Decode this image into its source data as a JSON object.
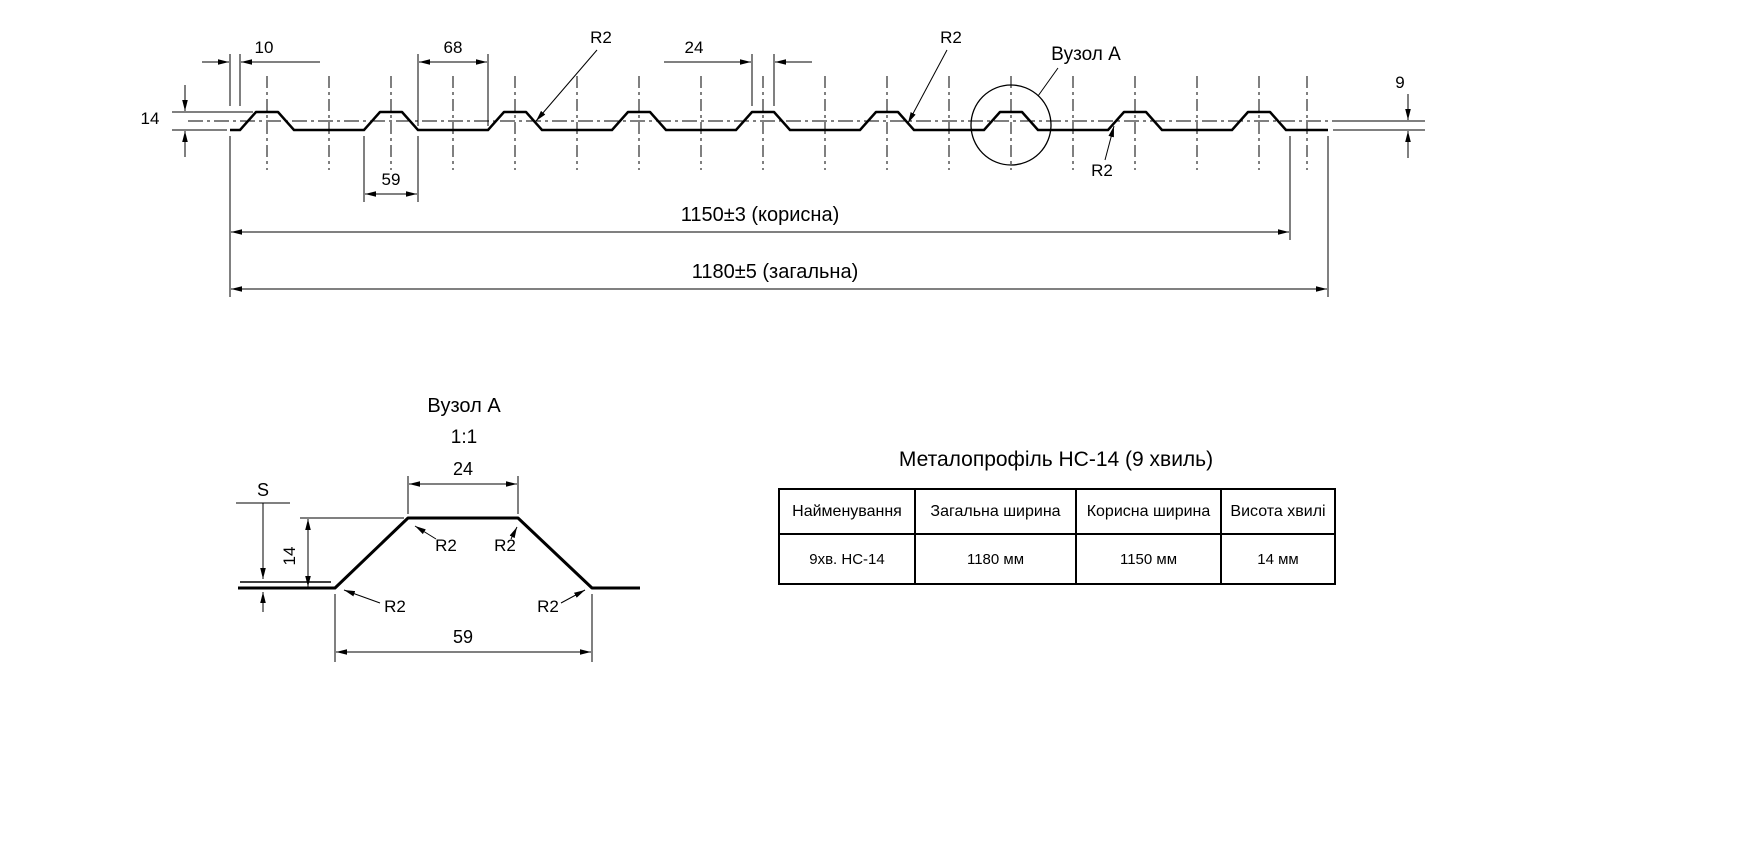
{
  "colors": {
    "line": "#000000",
    "background": "#ffffff"
  },
  "profile_view": {
    "dim_edge": "10",
    "dim_pitch": "68",
    "dim_crest_top": "24",
    "dim_height": "14",
    "dim_edge_right": "9",
    "dim_crest_base": "59",
    "dim_useful_width": "1150±3 (корисна)",
    "dim_overall_width": "1180±5 (загальна)",
    "radius_1": "R2",
    "radius_2": "R2",
    "radius_3": "R2",
    "node_label": "Вузол А"
  },
  "detail_view": {
    "title": "Вузол А",
    "scale": "1:1",
    "dim_top": "24",
    "dim_thickness": "S",
    "dim_height": "14",
    "dim_base": "59",
    "radius_1": "R2",
    "radius_2": "R2",
    "radius_3": "R2",
    "radius_4": "R2"
  },
  "spec": {
    "title": "Металопрофіль НС-14 (9 хвиль)",
    "headers": [
      "Найменування",
      "Загальна ширина",
      "Корисна ширина",
      "Висота хвилі"
    ],
    "rows": [
      [
        "9хв. НС-14",
        "1180 мм",
        "1150 мм",
        "14 мм"
      ]
    ]
  }
}
